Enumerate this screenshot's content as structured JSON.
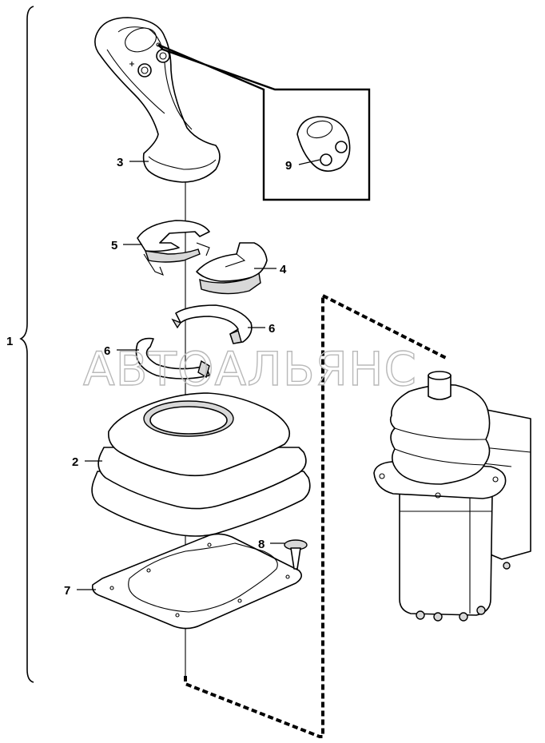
{
  "callouts": {
    "c1": "1",
    "c2": "2",
    "c3": "3",
    "c4": "4",
    "c5": "5",
    "c6a": "6",
    "c6b": "6",
    "c7": "7",
    "c8": "8",
    "c9": "9"
  },
  "watermark": "АВТОАЛЬЯНС"
}
